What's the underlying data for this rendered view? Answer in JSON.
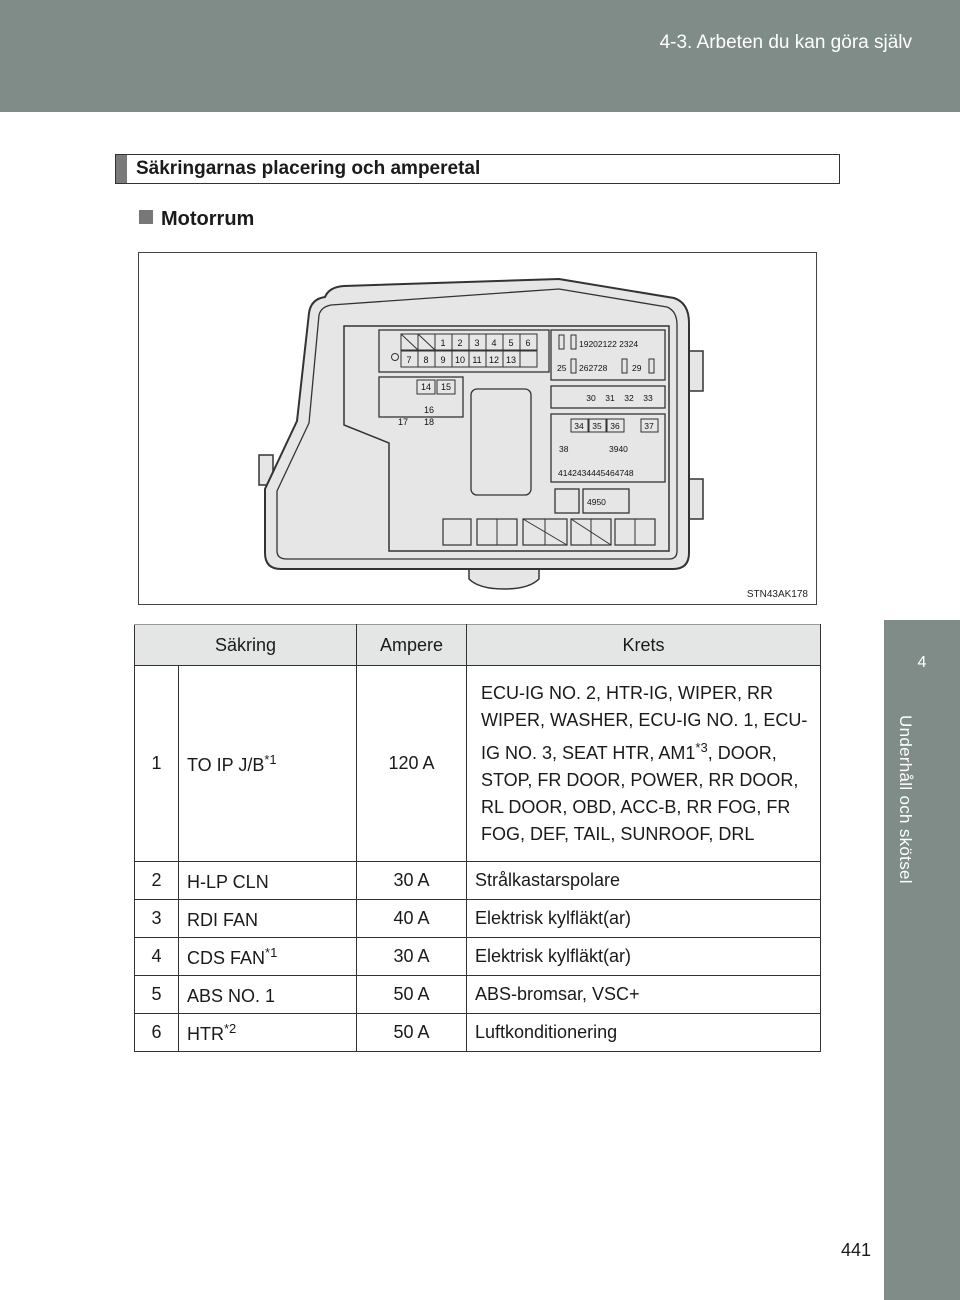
{
  "header": {
    "section": "4-3. Arbeten du kan göra själv"
  },
  "side_tab": {
    "number": "4",
    "label": "Underhåll och skötsel"
  },
  "page_number": "441",
  "section_heading": "Säkringarnas placering och amperetal",
  "subsection": "Motorrum",
  "figure": {
    "code": "STN43AK178",
    "row1": [
      "1",
      "2",
      "3",
      "4",
      "5",
      "6"
    ],
    "row2": [
      "7",
      "8",
      "9",
      "10",
      "11",
      "12",
      "13"
    ],
    "fuse_14": "14",
    "fuse_15": "15",
    "fuse_16": "16",
    "fuse_17": "17",
    "fuse_18": "18",
    "group_a": "1920212223 24",
    "label_a1": "19202122 2324",
    "label_25": "25",
    "label_262728": "262728",
    "label_29": "29",
    "row_30": [
      "30",
      "31",
      "32",
      "33"
    ],
    "row_34": [
      "34",
      "35",
      "36",
      "37"
    ],
    "label_38": "38",
    "label_3940": "3940",
    "label_41": "4142434445464748",
    "label_4950": "4950"
  },
  "table": {
    "headers": [
      "Säkring",
      "Ampere",
      "Krets"
    ],
    "rows": [
      {
        "no": "1",
        "name": "TO IP J/B",
        "mark": "*1",
        "amp": "120 A",
        "circuit_a": "ECU-IG NO. 2, HTR-IG, WIPER, RR WIPER, WASHER, ECU-IG NO. 1, ECU-IG NO. 3, SEAT HTR, AM1",
        "circuit_mark": "*3",
        "circuit_b": ", DOOR, STOP, FR DOOR, POWER, RR DOOR, RL DOOR, OBD, ACC-B, RR FOG, FR FOG, DEF, TAIL, SUNROOF, DRL"
      },
      {
        "no": "2",
        "name": "H-LP CLN",
        "mark": "",
        "amp": "30 A",
        "circuit": "Strålkastarspolare"
      },
      {
        "no": "3",
        "name": "RDI FAN",
        "mark": "",
        "amp": "40 A",
        "circuit": "Elektrisk kylfläkt(ar)"
      },
      {
        "no": "4",
        "name": "CDS FAN",
        "mark": "*1",
        "amp": "30 A",
        "circuit": "Elektrisk kylfläkt(ar)"
      },
      {
        "no": "5",
        "name": "ABS NO. 1",
        "mark": "",
        "amp": "50 A",
        "circuit": "ABS-bromsar, VSC+"
      },
      {
        "no": "6",
        "name": "HTR",
        "mark": "*2",
        "amp": "50 A",
        "circuit": "Luftkonditionering"
      }
    ]
  }
}
